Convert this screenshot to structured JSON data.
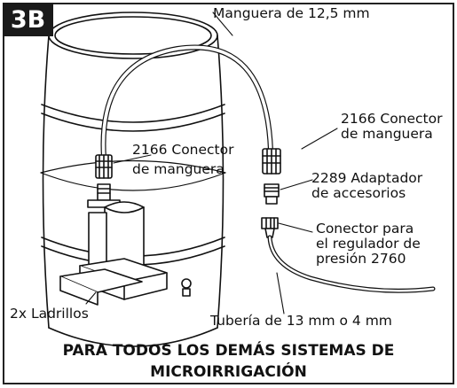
{
  "figure": {
    "badge": "3B",
    "labels": {
      "hose": "Manguera de 12,5 mm",
      "connector_right_l1": "2166 Conector",
      "connector_right_l2": "de manguera",
      "connector_left_l1": "2166 Conector",
      "connector_left_l2": "de manguera",
      "adapter_l1": "2289 Adaptador",
      "adapter_l2": "de accesorios",
      "regulator_l1": "Conector para",
      "regulator_l2": "el regulador de",
      "regulator_l3": "presión 2760",
      "bricks": "2x Ladrillos",
      "tubing": "Tubería de 13 mm o 4 mm"
    },
    "caption_l1": "PARA TODOS LOS DEMÁS SISTEMAS DE",
    "caption_l2": "MICROIRRIGACIÓN"
  }
}
